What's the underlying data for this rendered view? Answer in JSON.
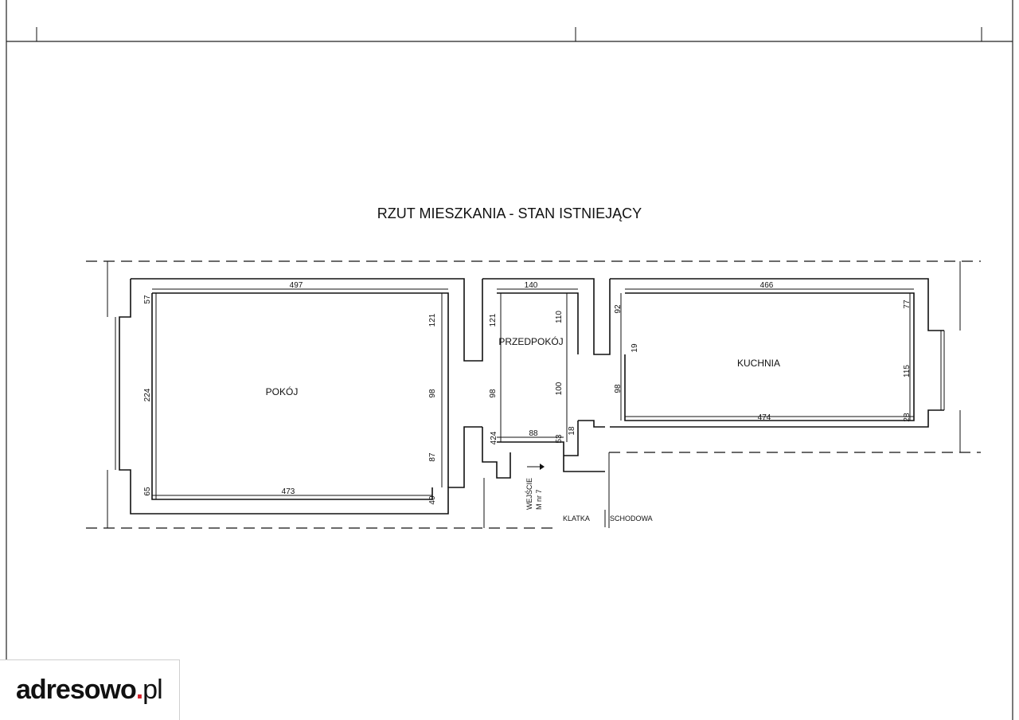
{
  "plan": {
    "title": "RZUT MIESZKANIA - STAN ISTNIEJĄCY",
    "rooms": {
      "pokoj": "POKÓJ",
      "przedpokoj": "PRZEDPOKÓJ",
      "kuchnia": "KUCHNIA"
    },
    "entrance": {
      "line1": "WEJŚCIE",
      "line2": "M nr 7"
    },
    "stairs": {
      "word1": "KLATKA",
      "word2": "SCHODOWA"
    },
    "dimensions": {
      "pokoj_top": "497",
      "pokoj_bottom": "473",
      "pokoj_left_top": "57",
      "pokoj_left_mid": "224",
      "pokoj_left_bottom": "65",
      "pokoj_right_top": "121",
      "pokoj_right_mid": "98",
      "pokoj_right_bottom": "87",
      "pokoj_right_step": "40",
      "hall_top": "140",
      "hall_left_top": "121",
      "hall_left_mid": "98",
      "hall_right_top": "110",
      "hall_right_mid": "100",
      "hall_bottom_left": "424",
      "hall_bottom": "88",
      "hall_bottom_right": "53",
      "hall_step_right": "18",
      "kitchen_top": "466",
      "kitchen_bottom": "474",
      "kitchen_left_top": "92",
      "kitchen_left_step": "19",
      "kitchen_left_mid": "98",
      "kitchen_right_top": "77",
      "kitchen_right_mid": "115",
      "kitchen_right_bottom": "28"
    }
  },
  "logo": {
    "name": "adresowo",
    "dot": ".",
    "tld": "pl"
  }
}
